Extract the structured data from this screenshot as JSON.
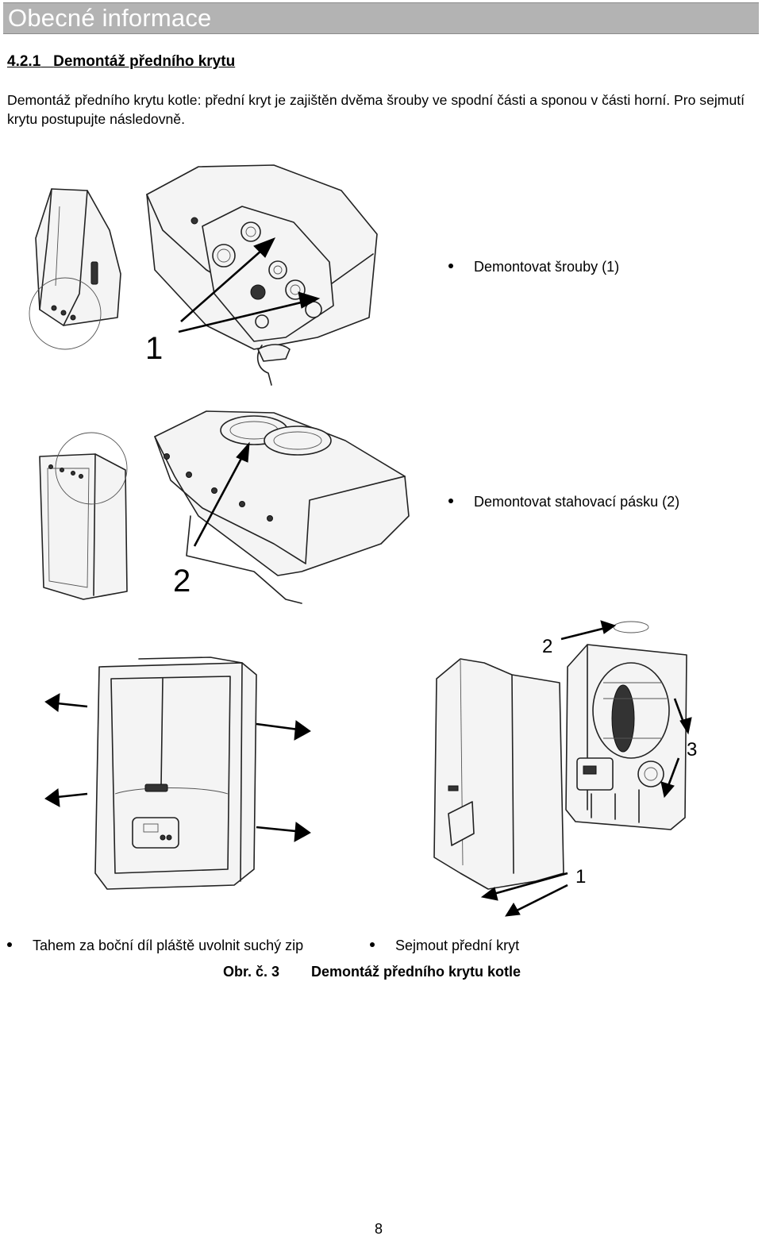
{
  "header": {
    "title": "Obecné informace"
  },
  "section": {
    "number": "4.2.1",
    "title": "Demontáž předního krytu"
  },
  "intro": {
    "text": "Demontáž předního krytu kotle: přední kryt je zajištěn dvěma šrouby ve spodní části a sponou v části horní. Pro sejmutí krytu postupujte následovně."
  },
  "steps": [
    {
      "text": "Demontovat šrouby (1)"
    },
    {
      "text": "Demontovat stahovací pásku (2)"
    },
    {
      "text": "Tahem za boční díl pláště uvolnit suchý zip"
    },
    {
      "text": "Sejmout přední kryt"
    }
  ],
  "callouts": {
    "one": "1",
    "two": "2",
    "three": "3"
  },
  "figure": {
    "label": "Obr. č. 3",
    "title": "Demontáž předního krytu kotle"
  },
  "page": {
    "number": "8"
  }
}
